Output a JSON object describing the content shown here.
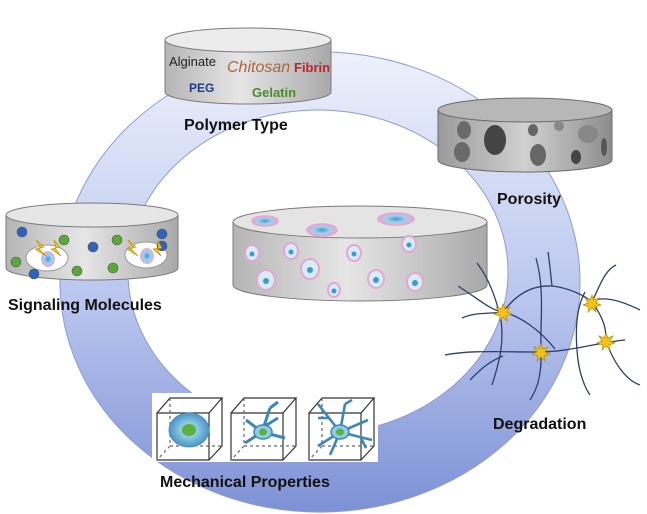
{
  "labels": {
    "polymer_type": "Polymer Type",
    "porosity": "Porosity",
    "degradation": "Degradation",
    "mechanical_properties": "Mechanical Properties",
    "signaling_molecules": "Signaling Molecules"
  },
  "polymers": {
    "alginate": "Alginate",
    "chitosan": "Chitosan",
    "fibrin": "Fibrin",
    "peg": "PEG",
    "gelatin": "Gelatin"
  },
  "colors": {
    "ring_light": "#e8ecf9",
    "ring_dark": "#7f93d6",
    "chitosan": "#b0643a",
    "fibrin": "#c0232b",
    "peg": "#1f3b8c",
    "gelatin": "#4d8a2a",
    "cell_blue": "#4aa3d6",
    "cell_green": "#5aa83a"
  }
}
